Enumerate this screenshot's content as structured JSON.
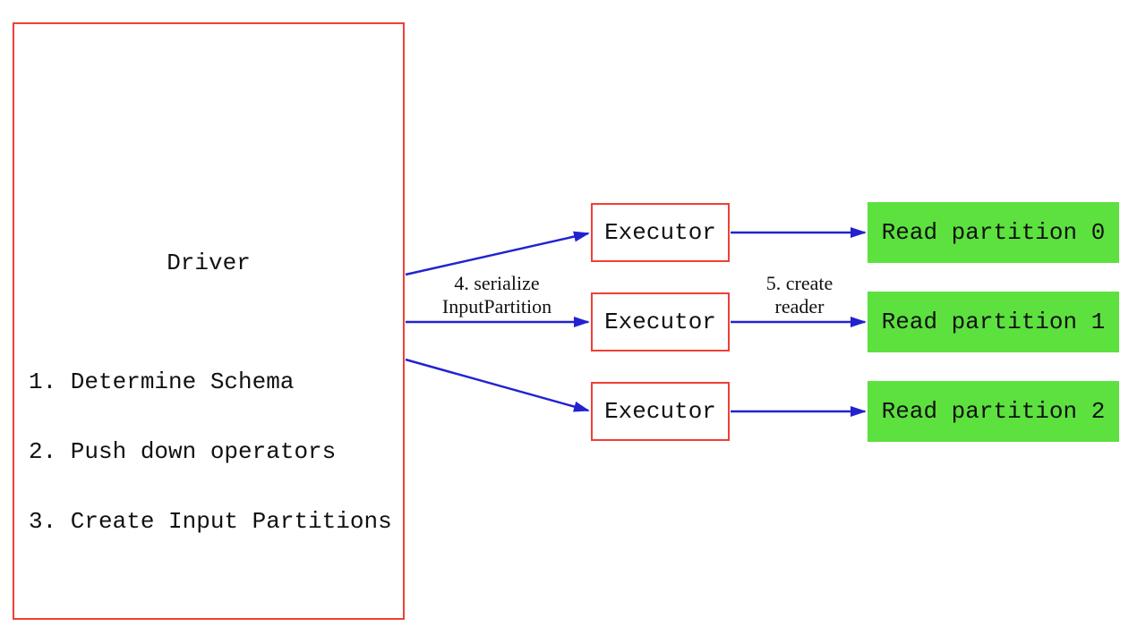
{
  "driver": {
    "title": "Driver",
    "steps": [
      "1. Determine Schema",
      "2. Push down operators",
      "3. Create Input Partitions"
    ]
  },
  "executors": [
    {
      "label": "Executor"
    },
    {
      "label": "Executor"
    },
    {
      "label": "Executor"
    }
  ],
  "partitions": [
    {
      "label": "Read partition 0"
    },
    {
      "label": "Read partition 1"
    },
    {
      "label": "Read partition 2"
    }
  ],
  "edge_labels": {
    "serialize": "4. serialize\nInputPartition",
    "create_reader": "5. create\nreader"
  },
  "colors": {
    "box_border_red": "#ee4035",
    "arrow_blue": "#2222d0",
    "partition_green": "#5ce13f",
    "text_black": "#111111"
  }
}
